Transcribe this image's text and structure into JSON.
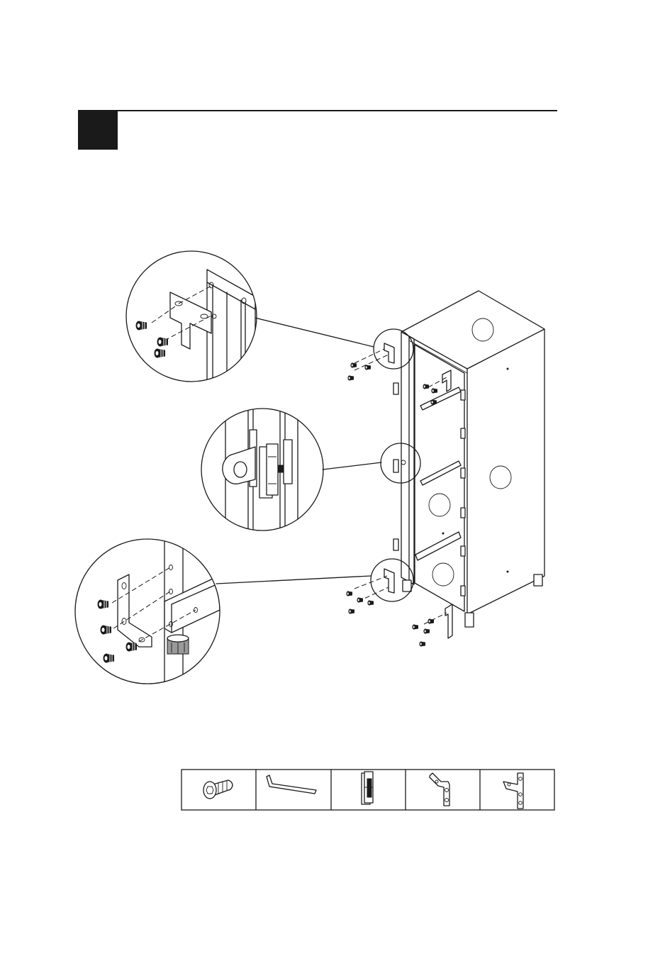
{
  "step": {
    "number": "",
    "badge_color": "#1a1a1a",
    "rule_color": "#1a1a1a"
  },
  "diagram": {
    "line_color": "#1a1a1a",
    "detail_views": [
      "top-corner-bracket-detail",
      "magnetic-catch-detail",
      "bottom-corner-bracket-detail"
    ]
  },
  "parts_table": {
    "cells": [
      {
        "icon": "button-head-screw-icon"
      },
      {
        "icon": "allen-key-icon"
      },
      {
        "icon": "magnetic-catch-icon"
      },
      {
        "icon": "l-bracket-icon"
      },
      {
        "icon": "t-bracket-icon"
      }
    ]
  }
}
